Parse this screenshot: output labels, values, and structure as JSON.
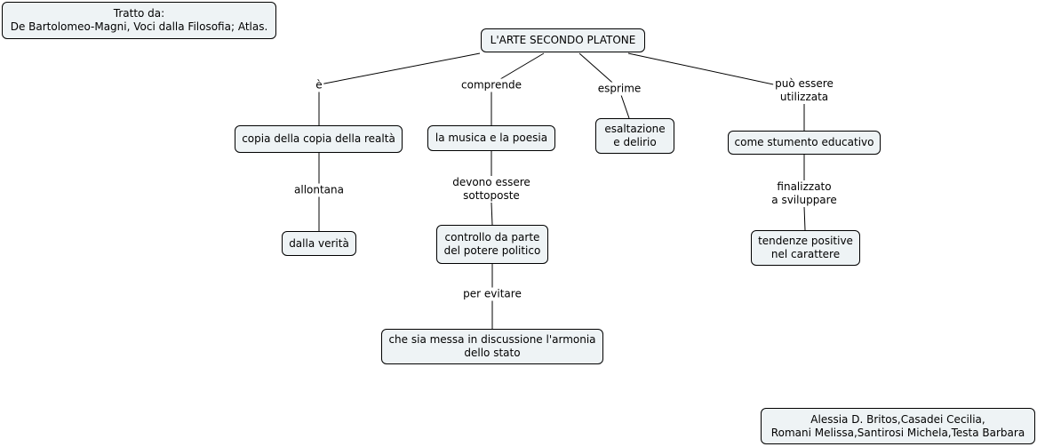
{
  "source_note": "Tratto da:\nDe Bartolomeo-Magni, Voci dalla Filosofia; Atlas.",
  "authors_note": "Alessia D. Britos,Casadei Cecilia,\nRomani Melissa,Santirosi Michela,Testa Barbara",
  "nodes": {
    "root": "L'ARTE SECONDO PLATONE",
    "copia": "copia della copia della realtà",
    "verita": "dalla verità",
    "musica": "la musica e la poesia",
    "controllo": "controllo da parte\ndel potere politico",
    "armonia": "che sia messa in discussione l'armonia\ndello stato",
    "esaltazione": "esaltazione\ne delirio",
    "strumento": "come stumento educativo",
    "tendenze": "tendenze positive\nnel carattere"
  },
  "links": {
    "e": "è",
    "comprende": "comprende",
    "esprime": "esprime",
    "puo_essere": "può essere\nutilizzata",
    "allontana": "allontana",
    "devono": "devono essere\nsottoposte",
    "per_evitare": "per evitare",
    "finalizzato": "finalizzato\na sviluppare"
  }
}
